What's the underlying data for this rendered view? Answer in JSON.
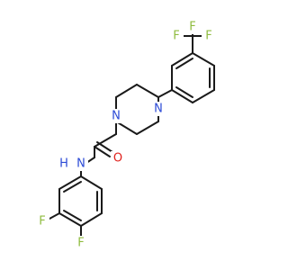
{
  "molecule": {
    "atoms": {
      "F_top": {
        "symbol": "F",
        "color": "#8fbc3f"
      },
      "F_left": {
        "symbol": "F",
        "color": "#8fbc3f"
      },
      "F_right": {
        "symbol": "F",
        "color": "#8fbc3f"
      },
      "N_pip_upper": {
        "symbol": "N",
        "color": "#2b4ad6"
      },
      "N_pip_lower": {
        "symbol": "N",
        "color": "#2b4ad6"
      },
      "O_carbonyl": {
        "symbol": "O",
        "color": "#e0201b"
      },
      "N_amide": {
        "symbol": "N",
        "color": "#2b4ad6"
      },
      "H_amide": {
        "symbol": "H",
        "color": "#2b4ad6"
      },
      "F_ring_upper": {
        "symbol": "F",
        "color": "#8fbc3f"
      },
      "F_ring_lower": {
        "symbol": "F",
        "color": "#8fbc3f"
      }
    },
    "bond_color": "#1a1a1a"
  }
}
